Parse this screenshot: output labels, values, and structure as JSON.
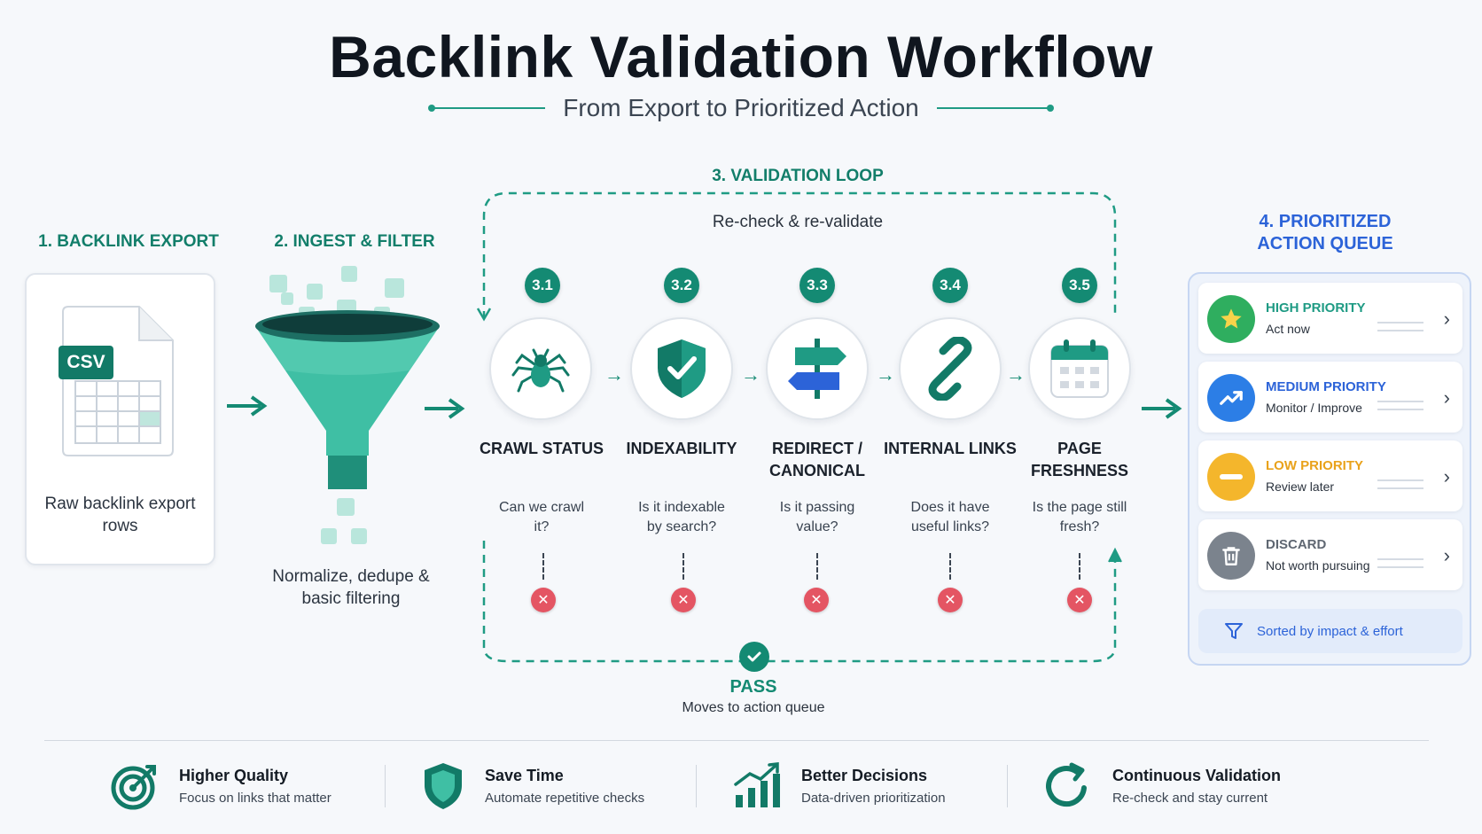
{
  "title": "Backlink Validation Workflow",
  "subtitle": "From Export to Prioritized Action",
  "colors": {
    "teal": "#148a73",
    "blue": "#2c63d8",
    "red": "#e45563",
    "high": "#2fae5f",
    "medium": "#2c7ee6",
    "low": "#f4b62c",
    "discard": "#7b838d"
  },
  "export": {
    "heading": "1. BACKLINK EXPORT",
    "file_badge": "CSV",
    "caption": "Raw backlink export rows"
  },
  "ingest": {
    "heading": "2. INGEST & FILTER",
    "caption": "Normalize, dedupe & basic filtering"
  },
  "loop": {
    "heading": "3. VALIDATION LOOP",
    "recheck": "Re-check & re-validate",
    "stages": [
      {
        "num": "3.1",
        "title": "CRAWL STATUS",
        "question": "Can we crawl it?",
        "icon": "spider-icon"
      },
      {
        "num": "3.2",
        "title": "INDEXABILITY",
        "question": "Is it indexable by search?",
        "icon": "shield-check-icon"
      },
      {
        "num": "3.3",
        "title": "REDIRECT / CANONICAL",
        "question": "Is it passing value?",
        "icon": "signpost-icon"
      },
      {
        "num": "3.4",
        "title": "INTERNAL LINKS",
        "question": "Does it have useful links?",
        "icon": "chain-link-icon"
      },
      {
        "num": "3.5",
        "title": "PAGE FRESHNESS",
        "question": "Is the page still fresh?",
        "icon": "calendar-icon"
      }
    ],
    "pass_label": "PASS",
    "pass_sub": "Moves to action queue"
  },
  "queue": {
    "heading": "4. PRIORITIZED ACTION QUEUE",
    "items": [
      {
        "label": "HIGH PRIORITY",
        "sub": "Act now",
        "icon": "star-icon"
      },
      {
        "label": "MEDIUM PRIORITY",
        "sub": "Monitor / Improve",
        "icon": "trend-up-icon"
      },
      {
        "label": "LOW PRIORITY",
        "sub": "Review later",
        "icon": "minus-icon"
      },
      {
        "label": "DISCARD",
        "sub": "Not worth pursuing",
        "icon": "trash-icon"
      }
    ],
    "footer": "Sorted by impact & effort"
  },
  "benefits": [
    {
      "title": "Higher Quality",
      "sub": "Focus on links that matter",
      "icon": "target-icon"
    },
    {
      "title": "Save Time",
      "sub": "Automate repetitive checks",
      "icon": "shield-icon"
    },
    {
      "title": "Better Decisions",
      "sub": "Data-driven prioritization",
      "icon": "bar-chart-icon"
    },
    {
      "title": "Continuous Validation",
      "sub": "Re-check and stay current",
      "icon": "refresh-icon"
    }
  ]
}
